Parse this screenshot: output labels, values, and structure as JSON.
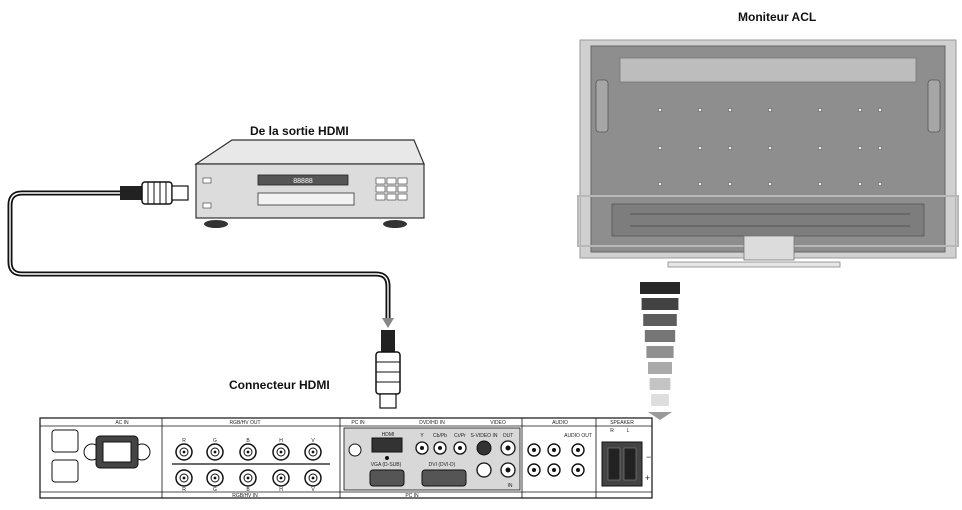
{
  "labels": {
    "monitor": "Moniteur ACL",
    "source": "De la sortie HDMI",
    "connector": "Connecteur HDMI"
  },
  "dvd_display": "88888",
  "panel": {
    "sections": {
      "ac_in": "AC IN",
      "rgbhv_out": "RGB/HV OUT",
      "rgbhv_in": "RGB/HV IN",
      "pc_in_top": "PC IN",
      "pc_in_bottom": "PC IN",
      "dvd_hd_in": "DVD/HD IN",
      "video": "VIDEO",
      "audio": "AUDIO",
      "speaker": "SPEAKER"
    },
    "rgb_out_ports": [
      "R",
      "G",
      "B",
      "H",
      "V"
    ],
    "rgb_in_ports": [
      "R",
      "G",
      "B",
      "H",
      "V"
    ],
    "ports": {
      "hdmi": "HDMI",
      "vga": "VGA (D-SUB)",
      "dvi": "DVI (DVI-D)",
      "y": "Y",
      "cbpb": "Cb/Pb",
      "crpr": "Cr/Pr",
      "svideo_in": "S-VIDEO IN",
      "video_out": "OUT",
      "video_in": "IN",
      "audio_out": "AUDIO OUT",
      "speaker_r": "R",
      "speaker_l": "L",
      "minus": "−",
      "plus": "+"
    }
  },
  "colors": {
    "cable": "#111111",
    "monitor_body": "#8c8c8c",
    "monitor_frame": "#c8c8c8",
    "arrow_arrowhead": "#9a9a9a"
  }
}
